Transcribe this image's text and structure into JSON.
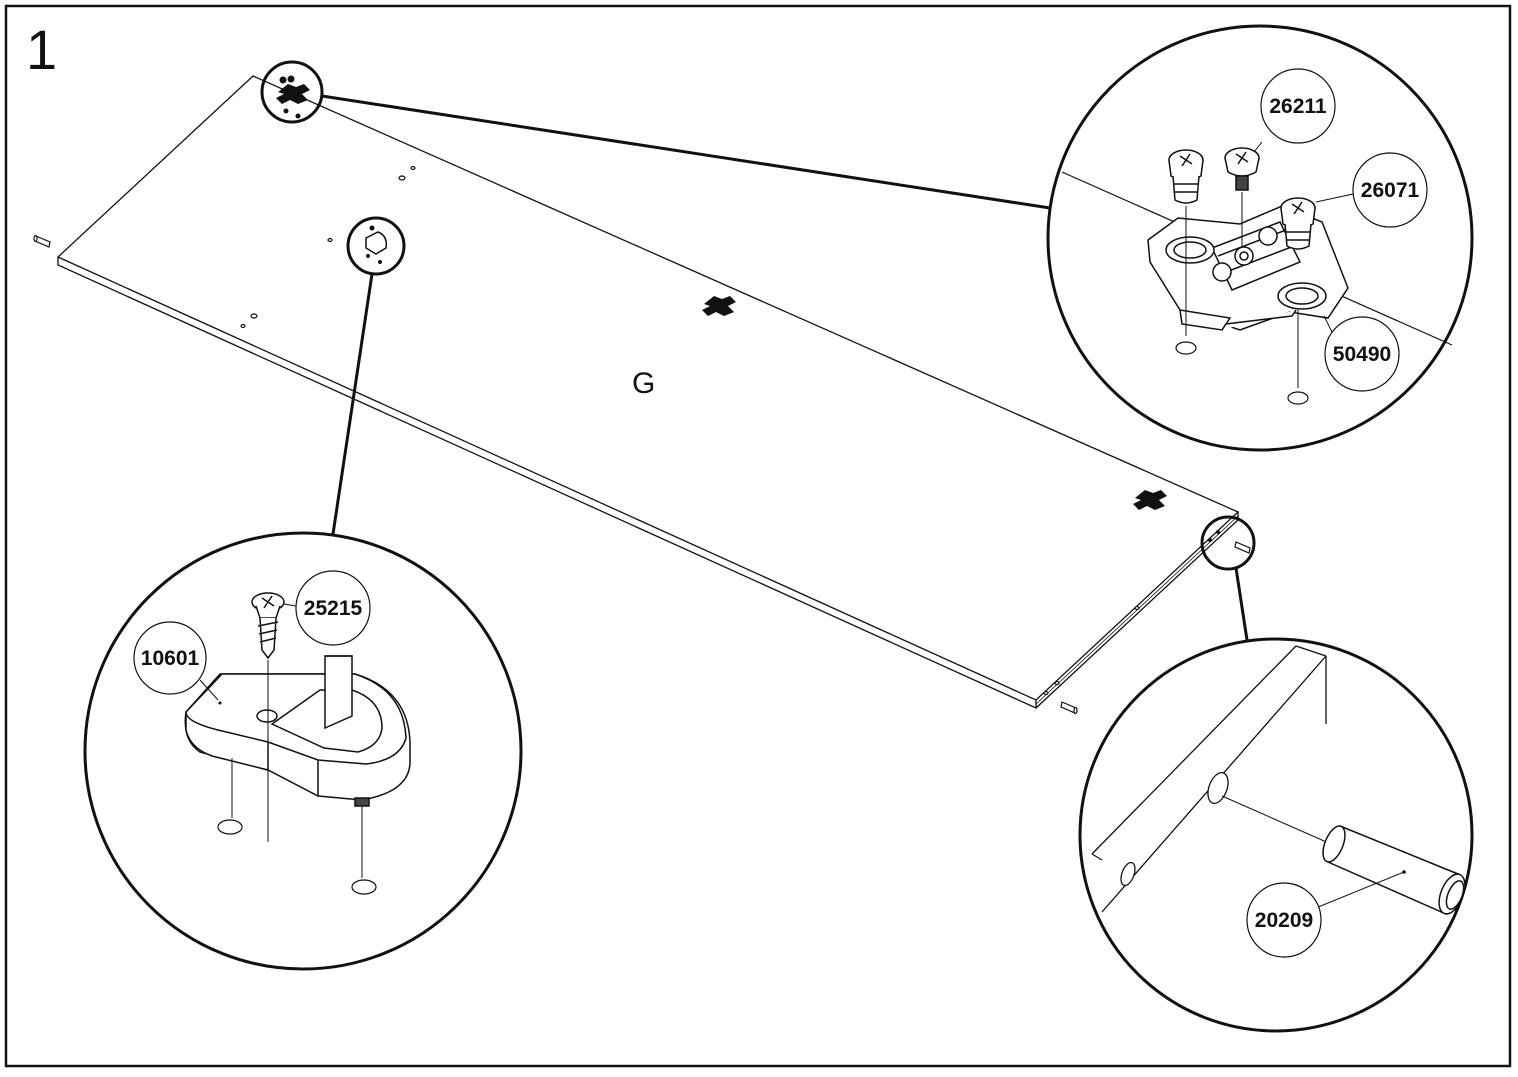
{
  "step": {
    "number": "1"
  },
  "panel": {
    "label": "G"
  },
  "parts": {
    "p26211": "26211",
    "p26071": "26071",
    "p50490": "50490",
    "p25215": "25215",
    "p10601": "10601",
    "p20209": "20209"
  },
  "colors": {
    "line": "#111111",
    "background": "#ffffff"
  },
  "icons": {
    "cam_fitting": "hinge-plate-icon",
    "screw": "screw-icon",
    "dowel": "dowel-icon",
    "shelf_support": "shelf-support-icon"
  }
}
